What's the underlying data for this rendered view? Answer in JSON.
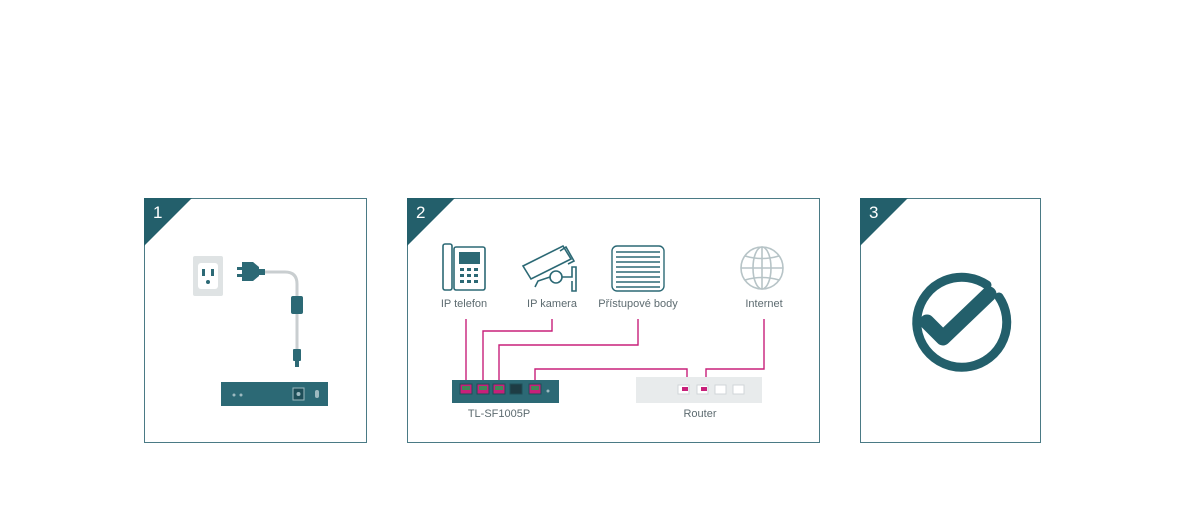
{
  "steps": [
    {
      "number": "1"
    },
    {
      "number": "2"
    },
    {
      "number": "3"
    }
  ],
  "diagram": {
    "devices": {
      "phone": "IP telefon",
      "camera": "IP kamera",
      "ap": "Přístupové body",
      "internet": "Internet"
    },
    "switch_label": "TL-SF1005P",
    "router_label": "Router"
  },
  "colors": {
    "teal_dark": "#235f6b",
    "teal": "#2c6975",
    "magenta": "#c8207a",
    "gray_light": "#e8ebec",
    "border": "#4a7a85"
  },
  "icons": [
    "power-outlet-icon",
    "power-plug-icon",
    "ip-phone-icon",
    "ip-camera-icon",
    "access-point-icon",
    "globe-icon",
    "checkmark-icon"
  ]
}
